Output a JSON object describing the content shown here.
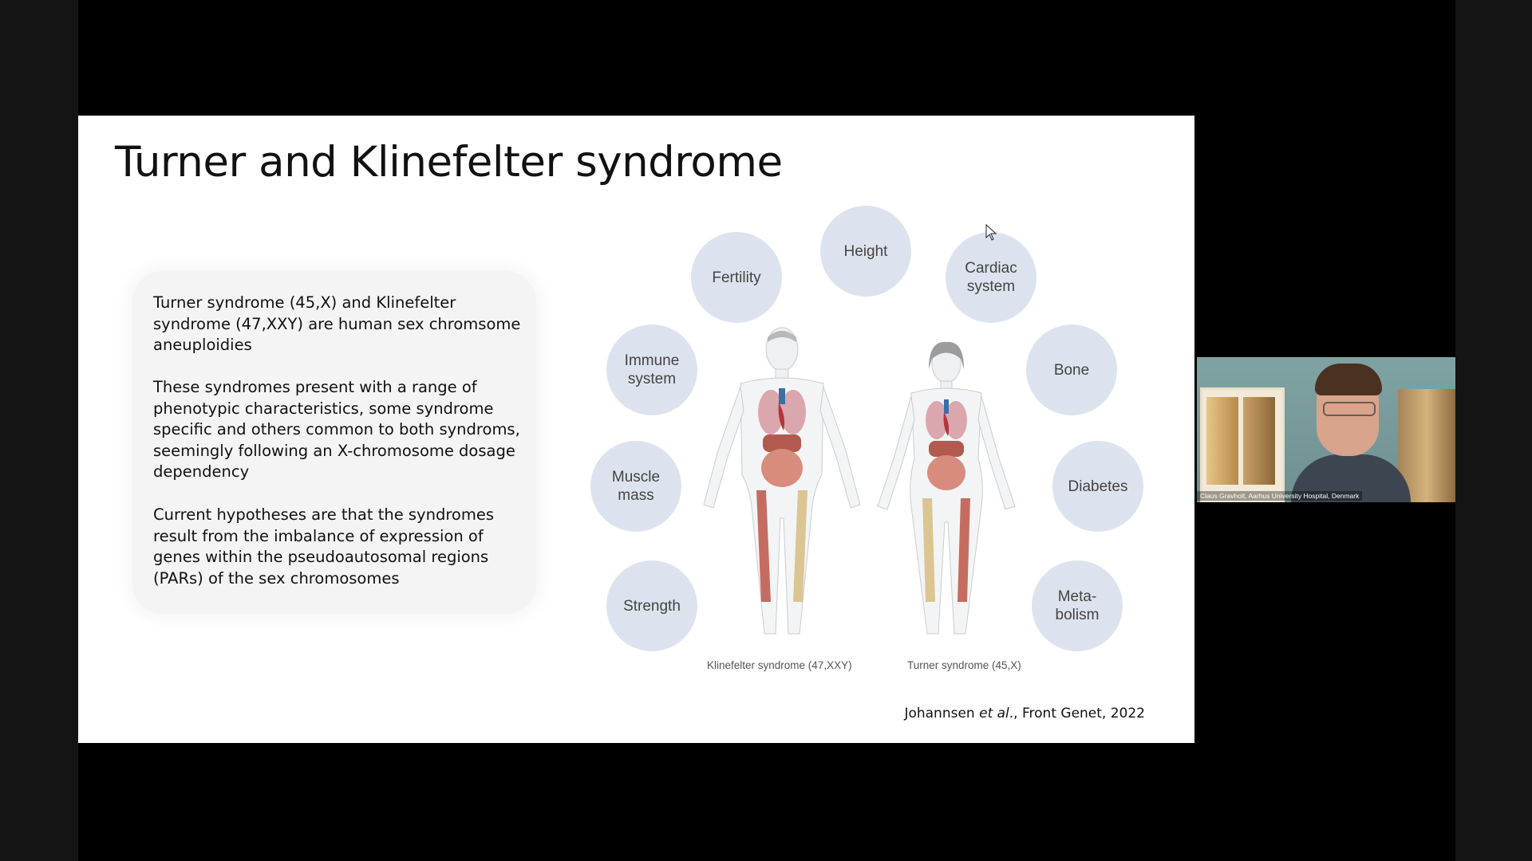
{
  "slide": {
    "title": "Turner and Klinefelter syndrome",
    "paragraphs": [
      "Turner syndrome (45,X) and Klinefelter syndrome (47,XXY) are human sex chromsome aneuploidies",
      "These syndromes present with a range of phenotypic characteristics, some syndrome specific and others common to both syndroms, seemingly following an X-chromosome dosage dependency",
      "Current hypotheses are that the syndromes result from the imbalance of expression of genes within the pseudoautosomal regions (PARs) of the sex chromosomes"
    ],
    "bubbles": {
      "fertility": "Fertility",
      "height": "Height",
      "cardiac": "Cardiac\nsystem",
      "immune": "Immune\nsystem",
      "bone": "Bone",
      "muscle": "Muscle\nmass",
      "diabetes": "Diabetes",
      "strength": "Strength",
      "metabolism": "Meta-\nbolism"
    },
    "captions": {
      "klinefelter": "Klinefelter syndrome (47,XXY)",
      "turner": "Turner syndrome (45,X)"
    },
    "citation": {
      "author": "Johannsen",
      "etal": "et al",
      "rest": "., Front Genet, 2022"
    }
  },
  "video": {
    "participant_label": "Claus Gravholt, Aarhus University Hospital, Denmark"
  }
}
